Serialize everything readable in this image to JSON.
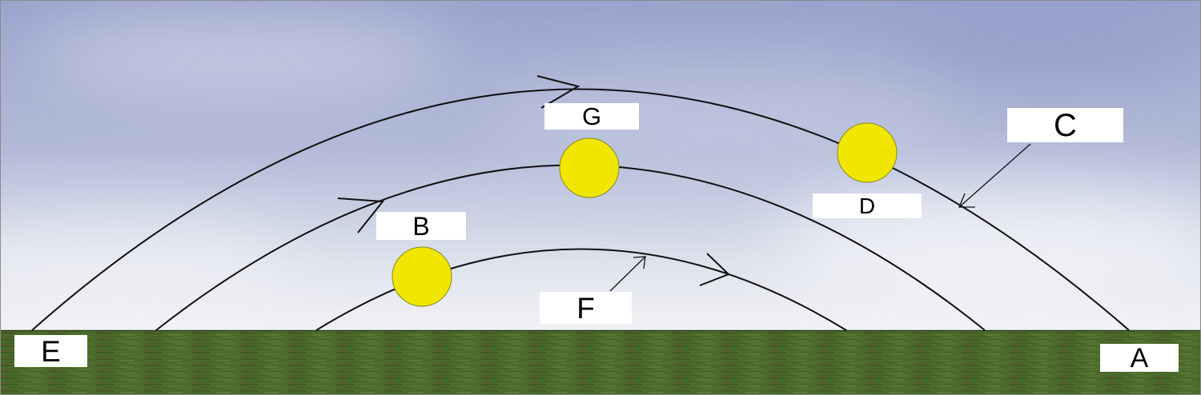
{
  "labels": {
    "a": "A",
    "b": "B",
    "c": "C",
    "d": "D",
    "e": "E",
    "f": "F",
    "g": "G"
  },
  "colors": {
    "sky_top": "#9aa4cc",
    "sky_bottom": "#eef0f4",
    "ground": "#4a6a2a",
    "sun_fill": "#f0e600",
    "sun_stroke": "#8a8a20",
    "path_stroke": "#111111",
    "label_bg": "#ffffff"
  }
}
